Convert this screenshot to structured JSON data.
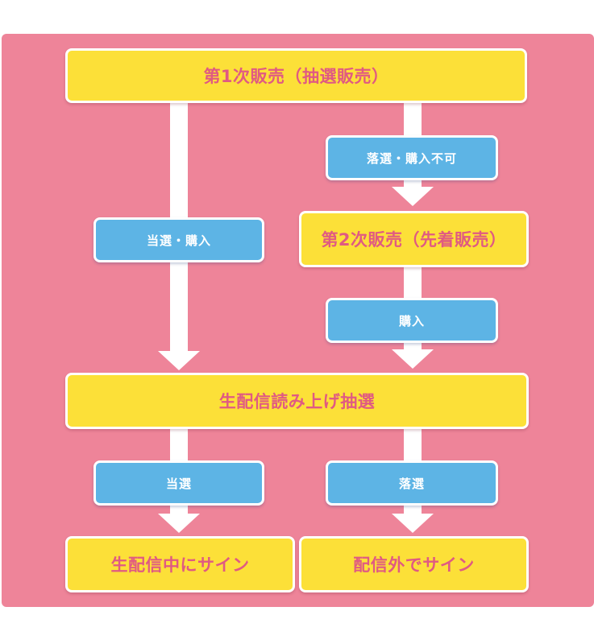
{
  "colors": {
    "panel": "#ee8499",
    "box_fill": "#fce038",
    "box_text": "#e05a82",
    "pill_fill": "#5db4e5",
    "pill_text": "#ffffff",
    "arrow": "#ffffff"
  },
  "nodes": {
    "first_sale": "第1次販売（抽選販売）",
    "second_sale": "第2次販売（先着販売）",
    "live_lottery": "生配信読み上げ抽選",
    "sign_live": "生配信中にサイン",
    "sign_offstream": "配信外でサイン"
  },
  "edges": {
    "lost_no_purchase": "落選・購入不可",
    "won_purchase": "当選・購入",
    "purchase": "購入",
    "won": "当選",
    "lost": "落選"
  }
}
